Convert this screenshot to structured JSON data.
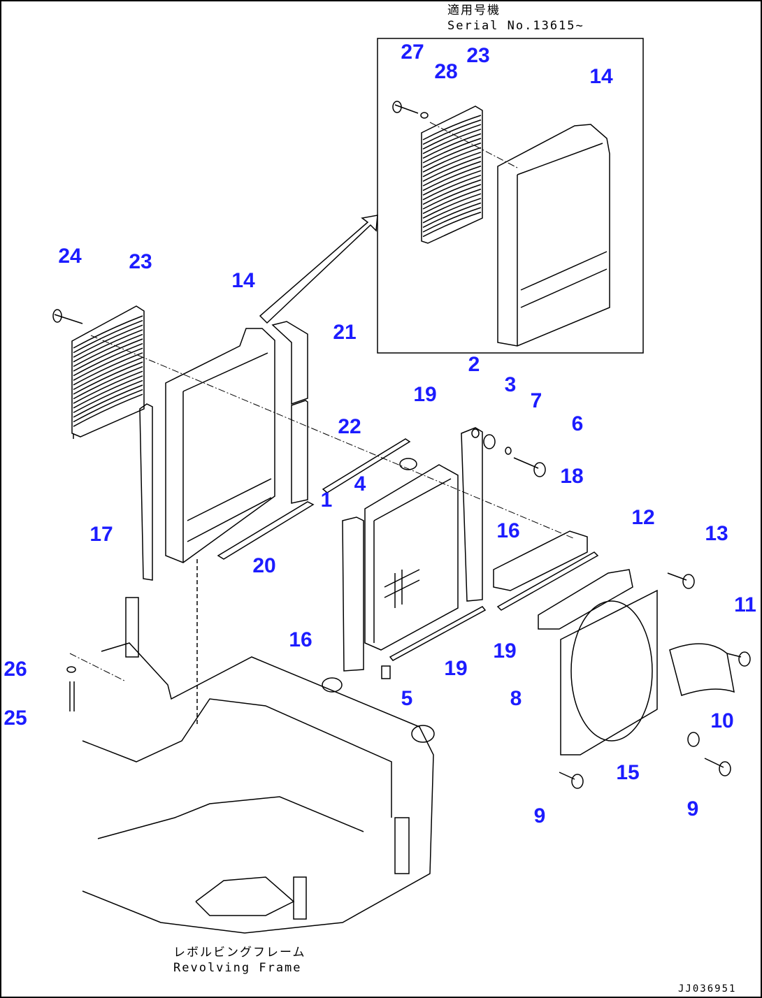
{
  "inset_note": {
    "line1": "適用号機",
    "line2": "Serial No.13615~"
  },
  "frame_note": {
    "line1": "レボルビングフレーム",
    "line2": "Revolving Frame"
  },
  "drawing_code": "JJ036951",
  "label_color": "#1c1cff",
  "part_labels": [
    "27",
    "28",
    "23",
    "14",
    "24",
    "23",
    "14",
    "21",
    "2",
    "3",
    "7",
    "6",
    "19",
    "22",
    "4",
    "1",
    "18",
    "12",
    "13",
    "16",
    "17",
    "20",
    "11",
    "16",
    "19",
    "19",
    "26",
    "8",
    "5",
    "10",
    "25",
    "15",
    "9",
    "9"
  ]
}
